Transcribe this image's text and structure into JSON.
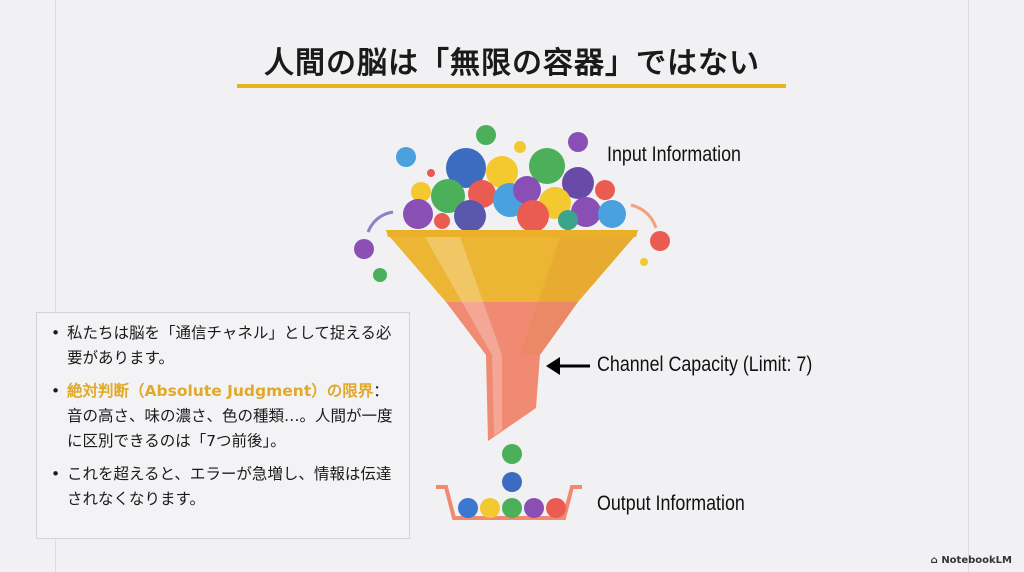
{
  "title": "人間の脳は「無限の容器」ではない",
  "bullets": [
    {
      "highlight": "",
      "text": "私たちは脳を「通信チャネル」として捉える必要があります。"
    },
    {
      "highlight": "絶対判断（Absolute Judgment）の限界",
      "text": "：音の高さ、味の濃さ、色の種類…。人間が一度に区別できるのは「7つ前後」。"
    },
    {
      "highlight": "",
      "text": "これを超えると、エラーが急増し、情報は伝達されなくなります。"
    }
  ],
  "diagram": {
    "input_label": "Input Information",
    "channel_label": "Channel Capacity (Limit: 7)",
    "output_label": "Output Information"
  },
  "brand": "NotebookLM",
  "colors": {
    "accent": "#e8b321",
    "funnel_top": "#ecb533",
    "funnel_bottom": "#f08a72"
  }
}
